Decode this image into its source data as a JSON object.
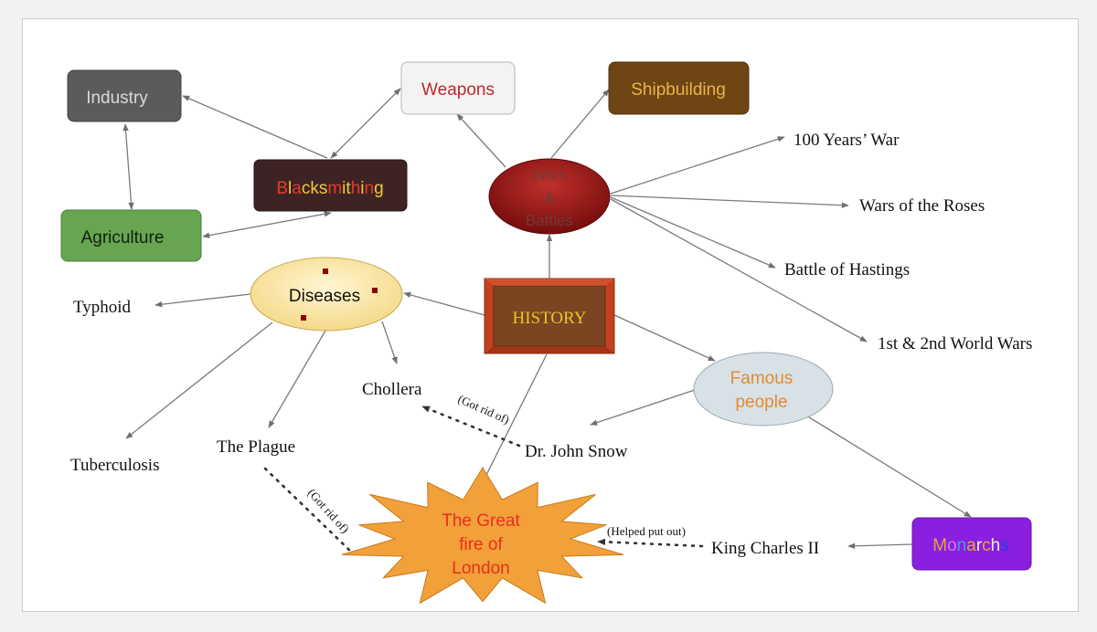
{
  "nodes": {
    "industry": "Industry",
    "weapons": "Weapons",
    "shipbuilding": "Shipbuilding",
    "blacksmithing": "Blacksmithing",
    "agriculture": "Agriculture",
    "wars_battles": [
      "Wars",
      "&",
      "Battles"
    ],
    "diseases": "Diseases",
    "history": "HISTORY",
    "famous_people": [
      "Famous",
      "people"
    ],
    "monarchs": "Monarchs",
    "great_fire": [
      "The Great",
      "fire of",
      "London"
    ]
  },
  "leaves": {
    "hundred_years_war": "100 Years’ War",
    "wars_of_roses": "Wars of the Roses",
    "battle_hastings": "Battle of Hastings",
    "world_wars": "1st & 2nd World Wars",
    "typhoid": "Typhoid",
    "chollera": "Chollera",
    "tuberculosis": "Tuberculosis",
    "the_plague": "The Plague",
    "john_snow": "Dr. John Snow",
    "king_charles": "King Charles II"
  },
  "link_labels": {
    "got_rid_of_cholera": "(Got rid of)",
    "got_rid_of_plague": "(Got rid of)",
    "helped_put_out": "(Helped put out)"
  },
  "colors": {
    "industry_fill": "#5b5b5b",
    "industry_text": "#d9d9d9",
    "weapons_fill": "#f3f3f3",
    "weapons_text": "#c0282b",
    "shipbuilding_fill": "#6e4513",
    "shipbuilding_text": "#e8b54a",
    "blacksmithing_fill": "#3d2324",
    "agriculture_fill": "#68a551",
    "wars_fill": "#9e1111",
    "wars_text": "#6f3a3a",
    "diseases_fill": "#fbe8a8",
    "history_fill": "#7a4520",
    "history_border": "#c2411f",
    "history_text": "#e8c52a",
    "famous_fill": "#d7e1e6",
    "famous_text": "#e58a2c",
    "monarchs_fill": "#8a1fe0",
    "fire_fill": "#f2a03a",
    "fire_text": "#e8301c",
    "arrow": "#777777"
  }
}
